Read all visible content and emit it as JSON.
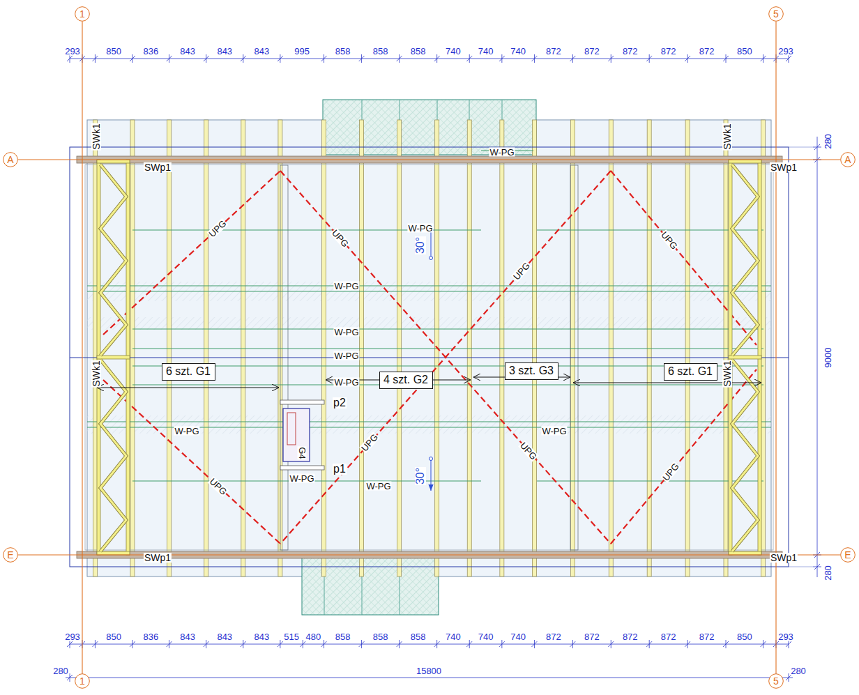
{
  "diagram": {
    "nodes": [
      {
        "text": [
          "1"
        ]
      },
      {
        "text": [
          "5"
        ]
      },
      {
        "text": [
          "A"
        ]
      },
      {
        "text": [
          "A"
        ]
      },
      {
        "text": [
          "6 szt. G1"
        ]
      },
      {
        "text": [
          "4 szt. G2"
        ]
      },
      {
        "text": [
          "3 szt. G3"
        ]
      },
      {
        "text": [
          "6 szt. G1"
        ]
      },
      {
        "text": [
          "E"
        ]
      },
      {
        "text": [
          "E"
        ]
      },
      {
        "text": [
          "1"
        ]
      },
      {
        "text": [
          "5"
        ]
      }
    ],
    "edges": [
      {
        "from": 0,
        "to": 10,
        "arrow": "none"
      },
      {
        "from": 1,
        "to": 11,
        "arrow": "none"
      },
      {
        "from": 2,
        "to": 3,
        "arrow": "none"
      },
      {
        "from": 8,
        "to": 9,
        "arrow": "none"
      }
    ],
    "labels": [
      "293",
      "850",
      "836",
      "843",
      "843",
      "843",
      "995",
      "858",
      "858",
      "858",
      "740",
      "740",
      "740",
      "872",
      "872",
      "872",
      "872",
      "872",
      "850",
      "293",
      "293",
      "850",
      "836",
      "843",
      "843",
      "843",
      "515",
      "480",
      "858",
      "858",
      "858",
      "740",
      "740",
      "740",
      "872",
      "872",
      "872",
      "872",
      "872",
      "850",
      "293",
      "280",
      "15800",
      "280",
      "280",
      "9000",
      "280",
      "SWk1",
      "SWk1",
      "SWk1",
      "SWk1",
      "SWp1",
      "SWp1",
      "SWp1",
      "SWp1",
      "W-PG",
      "W-PG",
      "W-PG",
      "W-PG",
      "W-PG",
      "W-PG",
      "W-PG",
      "W-PG",
      "W-PG",
      "W-PG",
      "UPG",
      "UPG",
      "UPG",
      "UPG",
      "UPG",
      "UPG",
      "UPG",
      "UPG",
      "30°",
      "30°",
      "p2",
      "p1",
      "G4"
    ]
  }
}
